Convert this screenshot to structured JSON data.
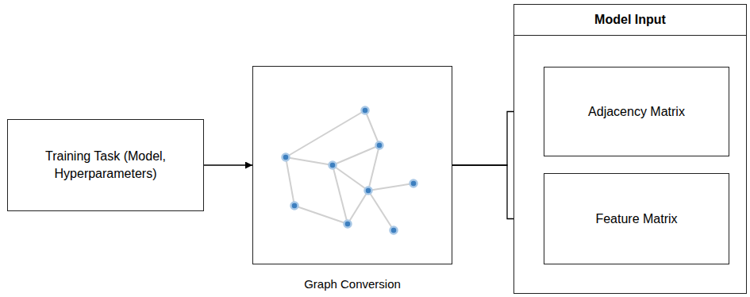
{
  "diagram": {
    "nodes": [
      {
        "text": [
          "Training Task (Model, Hyperparameters)"
        ]
      },
      {
        "text": [
          "Graph Conversion"
        ]
      },
      {
        "text": [
          "Model Input"
        ]
      },
      {
        "text": [
          "Adjacency Matrix"
        ],
        "in": 2
      },
      {
        "text": [
          "Feature Matrix"
        ],
        "in": 2
      }
    ],
    "edges": [
      {
        "from": 0,
        "to": 1,
        "arrow": "to"
      },
      {
        "from": 1,
        "to": 3,
        "arrow": "to"
      },
      {
        "from": 1,
        "to": 4,
        "arrow": "to"
      }
    ]
  }
}
